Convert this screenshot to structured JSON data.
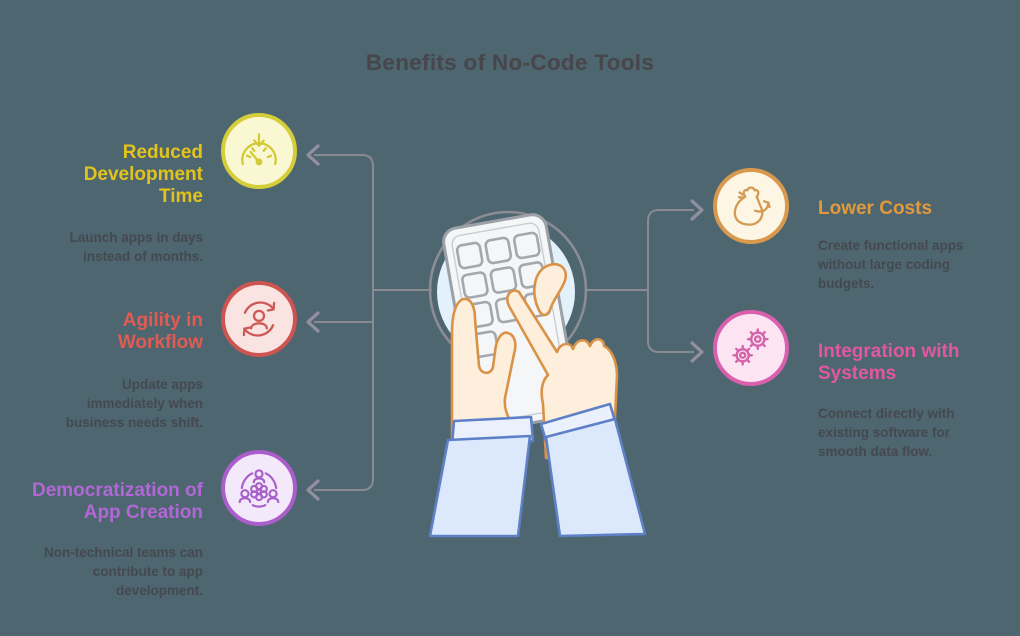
{
  "title": "Benefits of No-Code Tools",
  "center": {
    "illustration": "hands-using-phone-with-app-grid"
  },
  "items": [
    {
      "label": "Reduced Development Time",
      "description": "Launch apps in days instead of months.",
      "accent": "#E2C31D",
      "circle_border": "#D5CD39",
      "circle_fill": "#FAF8D3",
      "icon": "gauge-down-icon",
      "side": "left"
    },
    {
      "label": "Agility in Workflow",
      "description": "Update apps immediately when business needs shift.",
      "accent": "#E25B52",
      "circle_border": "#CD5450",
      "circle_fill": "#F9E4E2",
      "icon": "person-refresh-icon",
      "side": "left"
    },
    {
      "label": "Democratization of App Creation",
      "description": "Non-technical teams can contribute to app development.",
      "accent": "#B168D6",
      "circle_border": "#A95ECB",
      "circle_fill": "#F4E9FA",
      "icon": "team-gear-icon",
      "side": "left"
    },
    {
      "label": "Lower Costs",
      "description": "Create functional apps without large coding budgets.",
      "accent": "#E2993C",
      "circle_border": "#D8994E",
      "circle_fill": "#FDF6E4",
      "icon": "money-bag-icon",
      "side": "right"
    },
    {
      "label": "Integration with Systems",
      "description": "Connect directly with existing software for smooth data flow.",
      "accent": "#E257A2",
      "circle_border": "#D860AC",
      "circle_fill": "#FCE4F3",
      "icon": "gears-icon",
      "side": "right"
    }
  ],
  "colors": {
    "background": "#4D6670",
    "title": "#46464B",
    "body_text": "#45494F",
    "connector": "#8A8A91",
    "arrow": "#948EA2"
  }
}
